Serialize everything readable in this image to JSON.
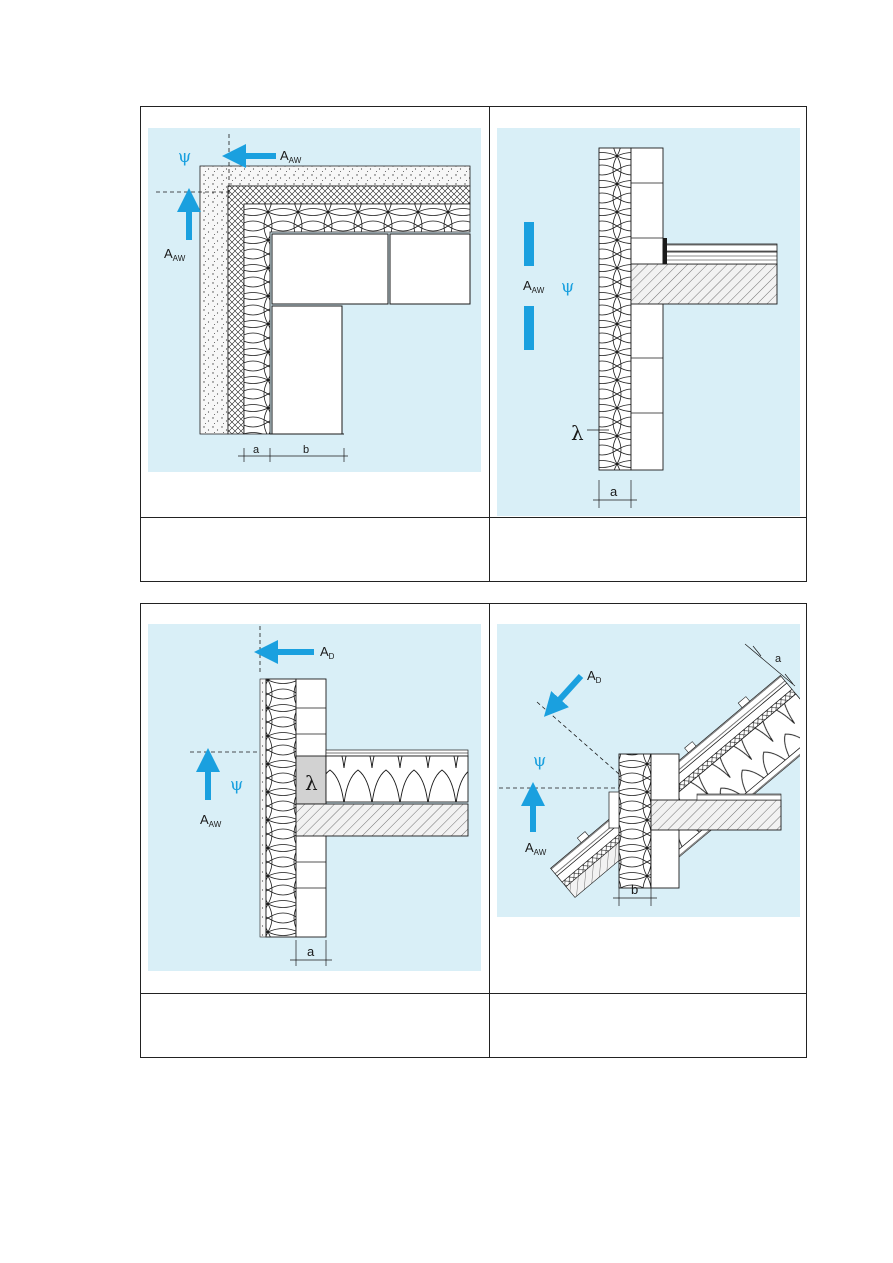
{
  "colors": {
    "background": "#d9eff7",
    "accent": "#1aa0df",
    "line": "#1a1a1a",
    "concrete": "#f4f4f4",
    "plaster": "#ececec",
    "lambda_fill": "#d2d2d2"
  },
  "symbols": {
    "psi": "ψ",
    "lambda": "λ",
    "area_main": "A",
    "sub_aw": "AW",
    "sub_d": "D",
    "dim_a": "a",
    "dim_b": "b"
  },
  "captions": {
    "fig1": "",
    "fig2": "",
    "fig3": "",
    "fig4": ""
  }
}
